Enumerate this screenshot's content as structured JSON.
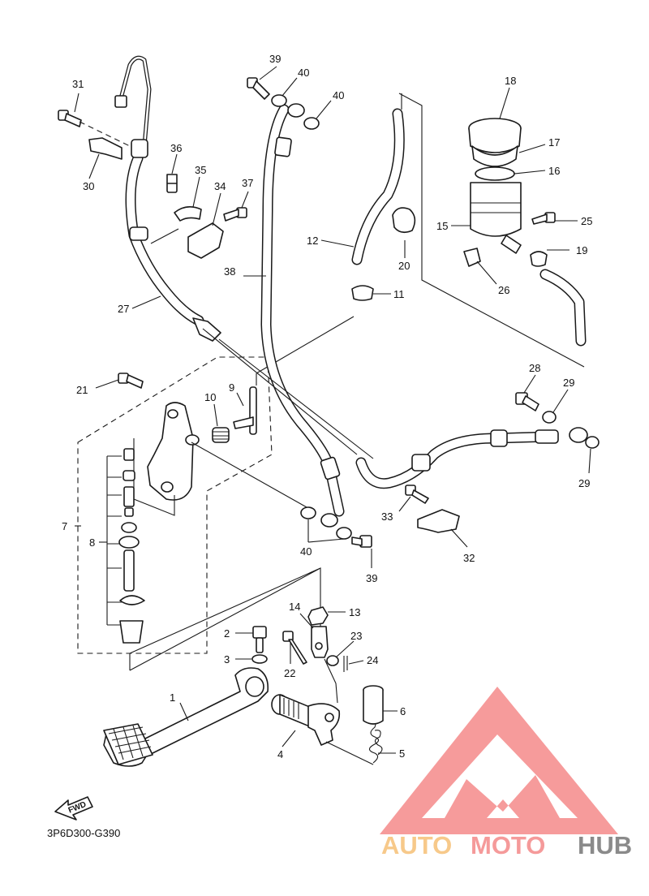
{
  "diagram": {
    "code": "3P6D300-G390",
    "fwd_label": "FWD",
    "callouts": [
      {
        "id": "1",
        "text": "1"
      },
      {
        "id": "2",
        "text": "2"
      },
      {
        "id": "3",
        "text": "3"
      },
      {
        "id": "4",
        "text": "4"
      },
      {
        "id": "5",
        "text": "5"
      },
      {
        "id": "6",
        "text": "6"
      },
      {
        "id": "7",
        "text": "7"
      },
      {
        "id": "8",
        "text": "8"
      },
      {
        "id": "9",
        "text": "9"
      },
      {
        "id": "10",
        "text": "10"
      },
      {
        "id": "11",
        "text": "11"
      },
      {
        "id": "12",
        "text": "12"
      },
      {
        "id": "13",
        "text": "13"
      },
      {
        "id": "14",
        "text": "14"
      },
      {
        "id": "15",
        "text": "15"
      },
      {
        "id": "16",
        "text": "16"
      },
      {
        "id": "17",
        "text": "17"
      },
      {
        "id": "18",
        "text": "18"
      },
      {
        "id": "19",
        "text": "19"
      },
      {
        "id": "20",
        "text": "20"
      },
      {
        "id": "21",
        "text": "21"
      },
      {
        "id": "22",
        "text": "22"
      },
      {
        "id": "23",
        "text": "23"
      },
      {
        "id": "24",
        "text": "24"
      },
      {
        "id": "25",
        "text": "25"
      },
      {
        "id": "26",
        "text": "26"
      },
      {
        "id": "27",
        "text": "27"
      },
      {
        "id": "28",
        "text": "28"
      },
      {
        "id": "29a",
        "text": "29"
      },
      {
        "id": "29b",
        "text": "29"
      },
      {
        "id": "30",
        "text": "30"
      },
      {
        "id": "31",
        "text": "31"
      },
      {
        "id": "32",
        "text": "32"
      },
      {
        "id": "33",
        "text": "33"
      },
      {
        "id": "34",
        "text": "34"
      },
      {
        "id": "35",
        "text": "35"
      },
      {
        "id": "36",
        "text": "36"
      },
      {
        "id": "37",
        "text": "37"
      },
      {
        "id": "38",
        "text": "38"
      },
      {
        "id": "39a",
        "text": "39"
      },
      {
        "id": "39b",
        "text": "39"
      },
      {
        "id": "40a",
        "text": "40"
      },
      {
        "id": "40b",
        "text": "40"
      },
      {
        "id": "40c",
        "text": "40"
      }
    ]
  },
  "watermark": {
    "word1": "AUTO",
    "word2": "MOTO",
    "word3": "HUB",
    "color1": "#f7c98a",
    "color2": "#f59a9a",
    "color3": "#8a8a8a",
    "logo_color": "#f58a8a"
  }
}
